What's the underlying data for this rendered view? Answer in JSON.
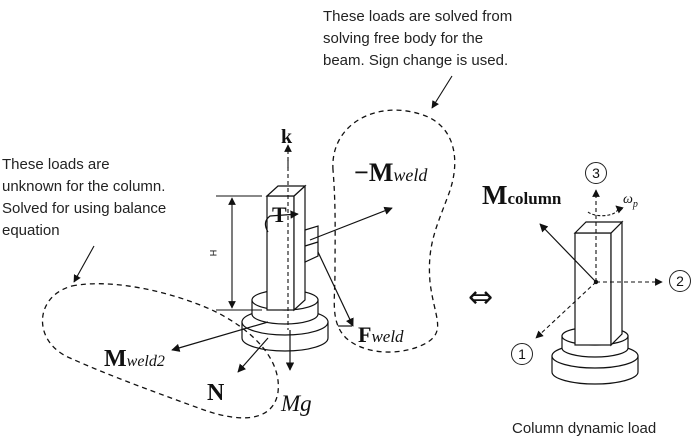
{
  "notes": {
    "beam_loads": "These loads are solved from\nsolving free body for the\nbeam. Sign change is used.",
    "column_loads": "These loads are\nunknown for the column.\nSolved for using balance\nequation",
    "caption": "Column dynamic load"
  },
  "labels": {
    "k": "k",
    "T": "T",
    "H": "H",
    "neg_m_weld_main": "−M",
    "neg_m_weld_sub": "weld",
    "f_weld_main": "F",
    "f_weld_sub": "weld",
    "m_weld2_main": "M",
    "m_weld2_sub": "weld2",
    "N": "N",
    "Mg": "Mg",
    "m_column_main": "M",
    "m_column_sub": "column",
    "omega_main": "ω",
    "omega_sub": "p",
    "equiv": "⇔"
  },
  "axes": {
    "axis_1": "1",
    "axis_2": "2",
    "axis_3": "3"
  }
}
